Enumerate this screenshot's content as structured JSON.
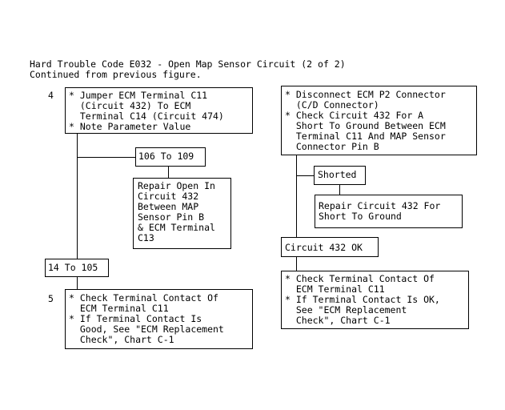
{
  "header": {
    "title": "Hard Trouble Code E032 - Open Map Sensor Circuit (2 of 2)",
    "subtitle": "Continued from previous figure."
  },
  "left": {
    "step4_number": "4",
    "step4_text": "* Jumper ECM Terminal C11\n  (Circuit 432) To ECM\n  Terminal C14 (Circuit 474)\n* Note Parameter Value",
    "range_high": "106 To 109",
    "repair_open": "Repair Open In\nCircuit 432\nBetween MAP\nSensor Pin B\n& ECM Terminal\nC13",
    "range_low": "14 To 105",
    "step5_number": "5",
    "step5_text": "* Check Terminal Contact Of\n  ECM Terminal C11\n* If Terminal Contact Is\n  Good, See \"ECM Replacement\n  Check\", Chart C-1"
  },
  "right": {
    "disconnect_text": "* Disconnect ECM P2 Connector\n  (C/D Connector)\n* Check Circuit 432 For A\n  Short To Ground Between ECM\n  Terminal C11 And MAP Sensor\n  Connector Pin B",
    "shorted": "Shorted",
    "repair_short": "Repair Circuit 432 For\nShort To Ground",
    "ok": "Circuit 432 OK",
    "check_text": "* Check Terminal Contact Of\n  ECM Terminal C11\n* If Terminal Contact Is OK,\n  See \"ECM Replacement\n  Check\", Chart C-1"
  }
}
